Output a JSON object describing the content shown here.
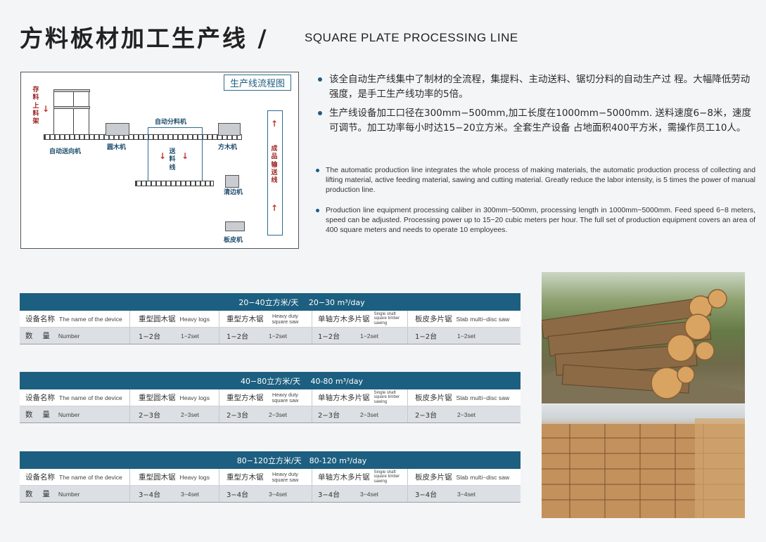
{
  "header": {
    "title_cn": "方料板材加工生产线",
    "separator": "/",
    "title_en": "SQUARE PLATE PROCESSING LINE"
  },
  "diagram": {
    "flow_title": "生产线流程图",
    "labels": {
      "storage_rack": "存料上料架",
      "auto_feeder": "自动送向机",
      "log_saw": "圆木机",
      "auto_splitter": "自动分料机",
      "feed_line": "送料线",
      "square_saw": "方木机",
      "product_conveyor": "成品输送线",
      "edger": "清边机",
      "slab_saw": "板皮机"
    }
  },
  "bullets_cn": [
    "该全自动生产线集中了制材的全流程，集提料、主动送料、锯切分料的自动生产过 程。大幅降低劳动强度，是手工生产线功率的5倍。",
    "生产线设备加工口径在300mm−500mm,加工长度在1000mm−5000mm. 送料速度6−8米，速度可调节。加工功率每小时达15−20立方米。全套生产设备 占地面积400平方米，需操作员工10人。"
  ],
  "bullets_en": [
    "The automatic production line integrates the whole process of making materials, the automatic production process of collecting and lifting material, active feeding material, sawing and cutting material. Greatly reduce the labor intensity, is 5 times the power of manual production line.",
    "Production line equipment processing caliber in 300mm−500mm, processing length in 1000mm−5000mm. Feed speed 6−8 meters, speed can be adjusted. Processing power up to 15−20 cubic meters per hour. The full set of production equipment covers an area of 400 square meters and needs to operate 10 employees."
  ],
  "columns": {
    "device_cn": "设备名称",
    "device_en": "The name of the device",
    "number_cn": "数　 量",
    "number_en": "Number",
    "col1_cn": "重型圆木锯",
    "col1_en": "Heavy logs",
    "col2_cn": "重型方木锯",
    "col2_en": "Heavy duty square saw",
    "col3_cn": "单轴方木多片锯",
    "col3_en": "Single shaft square timber sawing",
    "col4_cn": "板皮多片锯",
    "col4_en": "Slab multi−disc saw"
  },
  "tables": [
    {
      "capacity": "20−40立方米/天　 20−30 m³/day",
      "cn": "1−2台",
      "en": "1−2set"
    },
    {
      "capacity": "40−80立方米/天　 40-80 m³/day",
      "cn": "2−3台",
      "en": "2−3set"
    },
    {
      "capacity": "80−120立方米/天　80-120 m³/day",
      "cn": "3−4台",
      "en": "3−4set"
    }
  ]
}
